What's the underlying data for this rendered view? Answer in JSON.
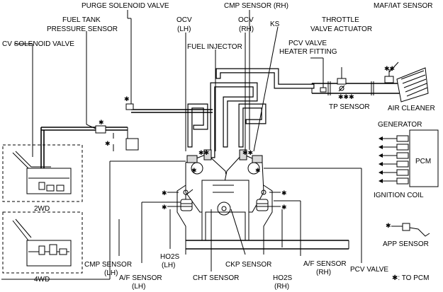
{
  "labels": {
    "purge_solenoid_valve": "PURGE SOLENOID VALVE",
    "cmp_sensor_rh": "CMP SENSOR (RH)",
    "throttle_valve_actuator_1": "THROTTLE",
    "throttle_valve_actuator_2": "VALVE ACTUATOR",
    "maf_iat_sensor": "MAF/IAT SENSOR",
    "fuel_tank_pressure_sensor_1": "FUEL TANK",
    "fuel_tank_pressure_sensor_2": "PRESSURE SENSOR",
    "ocv_lh_1": "OCV",
    "ocv_lh_2": "(LH)",
    "ocv_rh_1": "OCV",
    "ocv_rh_2": "(RH)",
    "ks": "KS",
    "cv_solenoid_valve": "CV SOLENOID VALVE",
    "fuel_injector": "FUEL INJECTOR",
    "pcv_valve_heater_fitting_1": "PCV VALVE",
    "pcv_valve_heater_fitting_2": "HEATER FITTING",
    "air_cleaner": "AIR CLEANER",
    "tp_sensor": "TP SENSOR",
    "generator": "GENERATOR",
    "pcm": "PCM",
    "ignition_coil": "IGNITION COIL",
    "two_wd": "2WD",
    "four_wd": "4WD",
    "app_sensor": "APP SENSOR",
    "cmp_sensor_lh_1": "CMP SENSOR",
    "cmp_sensor_lh_2": "(LH)",
    "af_sensor_lh_1": "A/F SENSOR",
    "af_sensor_lh_2": "(LH)",
    "ho2s_lh_1": "HO2S",
    "ho2s_lh_2": "(LH)",
    "cht_sensor": "CHT SENSOR",
    "ckp_sensor": "CKP SENSOR",
    "ho2s_rh_1": "HO2S",
    "ho2s_rh_2": "(RH)",
    "af_sensor_rh_1": "A/F SENSOR",
    "af_sensor_rh_2": "(RH)",
    "pcv_valve": "PCV VALVE",
    "to_pcm_legend": "✱: TO PCM"
  }
}
